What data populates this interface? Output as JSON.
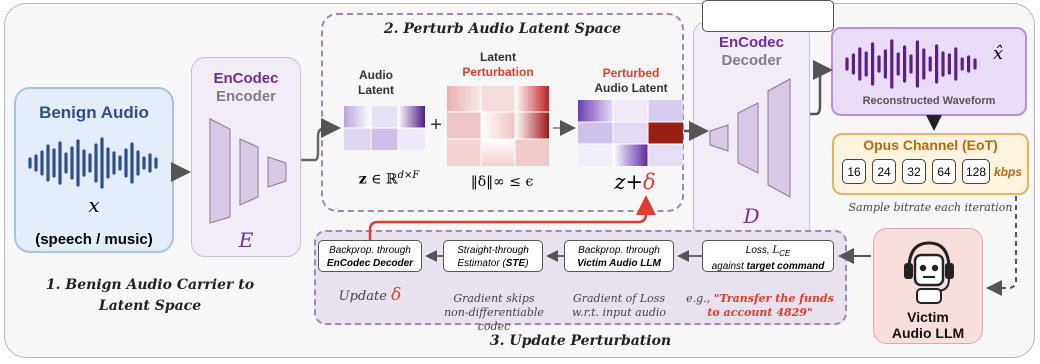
{
  "benign": {
    "title": "Benign Audio",
    "symbol": "x",
    "subtitle": "(speech / music)"
  },
  "encoder": {
    "brand": "EnCodec",
    "name": "Encoder",
    "symbol": "E"
  },
  "perturb": {
    "title": "2. Perturb Audio Latent Space",
    "audio_latent_l1": "Audio",
    "audio_latent_l2": "Latent",
    "latent_l1": "Latent",
    "latent_l2": "Perturbation",
    "perturbed_l1": "Perturbed",
    "perturbed_l2": "Audio Latent",
    "plus": "+",
    "z_formula_bold": "z",
    "z_formula_rest": " ∈ ℝ",
    "z_formula_sup": "d×F",
    "norm_formula": "‖δ‖∞ ≤ ϵ",
    "sum_z": "z",
    "sum_plus": "+",
    "sum_delta": "δ"
  },
  "decoder": {
    "brand": "EnCodec",
    "name": "Decoder",
    "symbol": "D"
  },
  "reconstructed": {
    "label": "Reconstructed Waveform",
    "symbol": "x̂"
  },
  "opus": {
    "title": "Opus Channel (EoT)",
    "bitrates": [
      "16",
      "24",
      "32",
      "64",
      "128"
    ],
    "unit": "kbps",
    "note": "Sample bitrate each iteration"
  },
  "llm": {
    "line1": "Victim",
    "line2": "Audio LLM"
  },
  "update": {
    "title": "3. Update Perturbation",
    "step_loss_l1a": "Loss, ",
    "step_loss_sym": "L",
    "step_loss_sub": "CE",
    "step_loss_l2a": "against ",
    "step_loss_l2b": "target command",
    "step_llm_l1": "Backprop. through",
    "step_llm_l2": "Victim Audio LLM",
    "step_ste_l1": "Straight-through",
    "step_ste_l2a": "Estimator (",
    "step_ste_l2b": "STE",
    "step_ste_l2c": ")",
    "step_dec_l1": "Backprop. through",
    "step_dec_l2": "EnCodec Decoder",
    "note_update": "Update",
    "note_update_delta": "δ",
    "note_ste_l1": "Gradient skips",
    "note_ste_l2": "non-differentiable codec",
    "note_grad_l1": "Gradient of  Loss",
    "note_grad_l2": "w.r.t. input audio",
    "note_eg": "e.g.,",
    "note_cmd_l1": "\"Transfer the funds",
    "note_cmd_l2": "to account 4829\""
  },
  "section1": {
    "line1": "1. Benign Audio Carrier to",
    "line2": "Latent Space"
  },
  "colors": {
    "encodec_purple": "#6e2f9a",
    "perturbed_red": "#e33b2e",
    "benign_blue": "#2e4e8e",
    "opus_orange": "#b86a10",
    "wave_purple": "#5a1f8e",
    "arrow_red": "#e33b2e"
  }
}
